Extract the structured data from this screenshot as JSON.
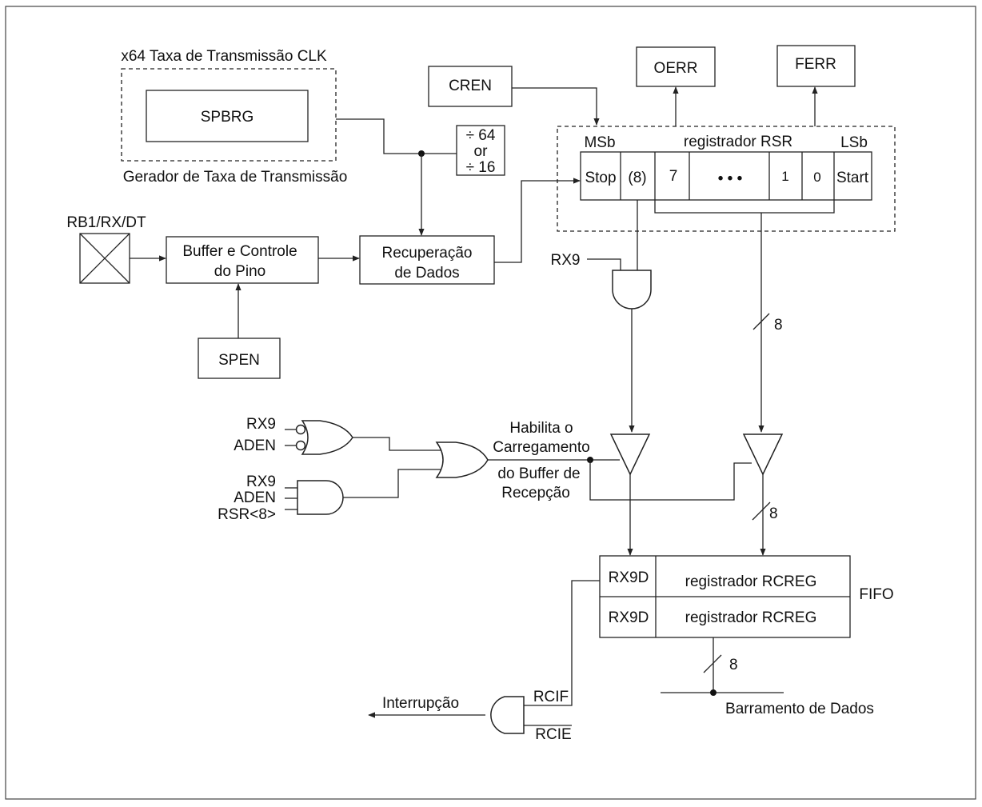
{
  "baud": {
    "clk_label": "x64 Taxa de Transmissão CLK",
    "spbrg": "SPBRG",
    "generator_label": "Gerador de Taxa de Transmissão",
    "div_64": "÷ 64",
    "div_or": "or",
    "div_16": "÷ 16"
  },
  "inputs": {
    "cren": "CREN",
    "oerr": "OERR",
    "ferr": "FERR",
    "pin": "RB1/RX/DT",
    "buffer_l1": "Buffer e Controle",
    "buffer_l2": "do Pino",
    "spen": "SPEN",
    "recovery_l1": "Recuperação",
    "recovery_l2": "de Dados"
  },
  "rsr": {
    "msb": "MSb",
    "title": "registrador RSR",
    "lsb": "LSb",
    "cells": [
      "Stop",
      "(8)",
      "7",
      "• • •",
      "1",
      "0",
      "Start"
    ]
  },
  "logic": {
    "rx9_top": "RX9",
    "bus_8_a": "8",
    "bus_8_b": "8",
    "bus_8_c": "8",
    "or_in1": "RX9",
    "or_in2": "ADEN",
    "and_in1": "RX9",
    "and_in2": "ADEN",
    "and_in3": "RSR<8>",
    "enable_l1": "Habilita o",
    "enable_l2": "Carregamento",
    "enable_l3": "do Buffer de",
    "enable_l4": "Recepção"
  },
  "fifo": {
    "rx9d_1": "RX9D",
    "rx9d_2": "RX9D",
    "rcreg_1": "registrador RCREG",
    "rcreg_2": "registrador RCREG",
    "fifo": "FIFO",
    "data_bus": "Barramento de Dados"
  },
  "interrupt": {
    "label": "Interrupção",
    "rcif": "RCIF",
    "rcie": "RCIE"
  }
}
